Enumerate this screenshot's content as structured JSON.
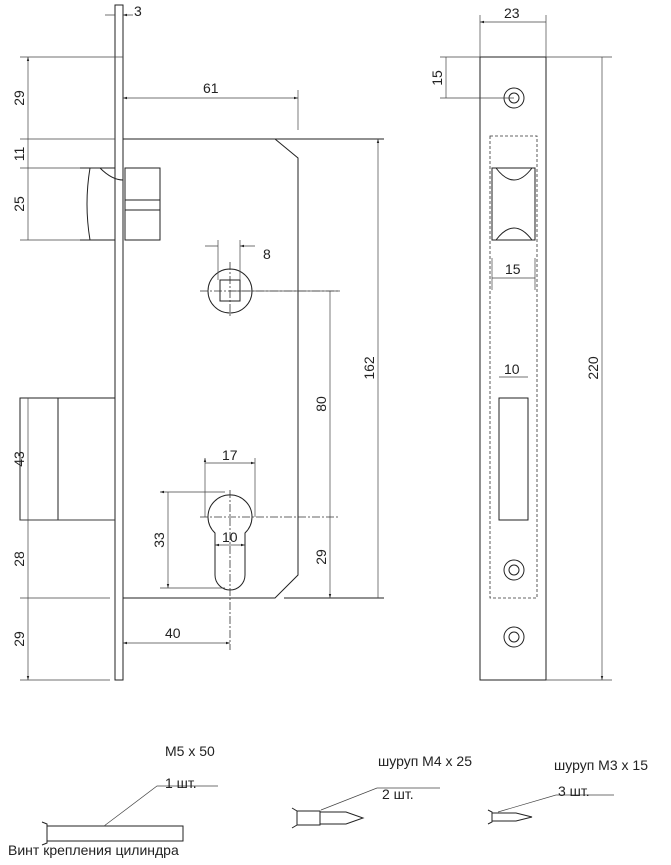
{
  "dimensions": {
    "faceplate_thickness": "3",
    "backset": "61",
    "top_to_latch": "29",
    "latch_gap": "11",
    "latch_height": "25",
    "spindle_square": "8",
    "case_height": "162",
    "center_distance": "80",
    "bolt_height": "43",
    "bolt_to_bottom": "28",
    "bottom_offset": "29",
    "cylinder_width": "17",
    "cylinder_height": "33",
    "cylinder_slot": "10",
    "cylinder_to_case_bottom": "29",
    "cylinder_backset": "40",
    "plate_width": "23",
    "screw_offset": "15",
    "latch_slot_width": "15",
    "bolt_slot_width": "10",
    "plate_length": "220"
  },
  "hardware": [
    {
      "name": "M5 x 50",
      "qty": "1 шт."
    },
    {
      "name": "шуруп M4 x 25",
      "qty": "2 шт."
    },
    {
      "name": "шуруп M3 x 15",
      "qty": "3 шт."
    }
  ],
  "caption": "Винт крепления цилиндра"
}
